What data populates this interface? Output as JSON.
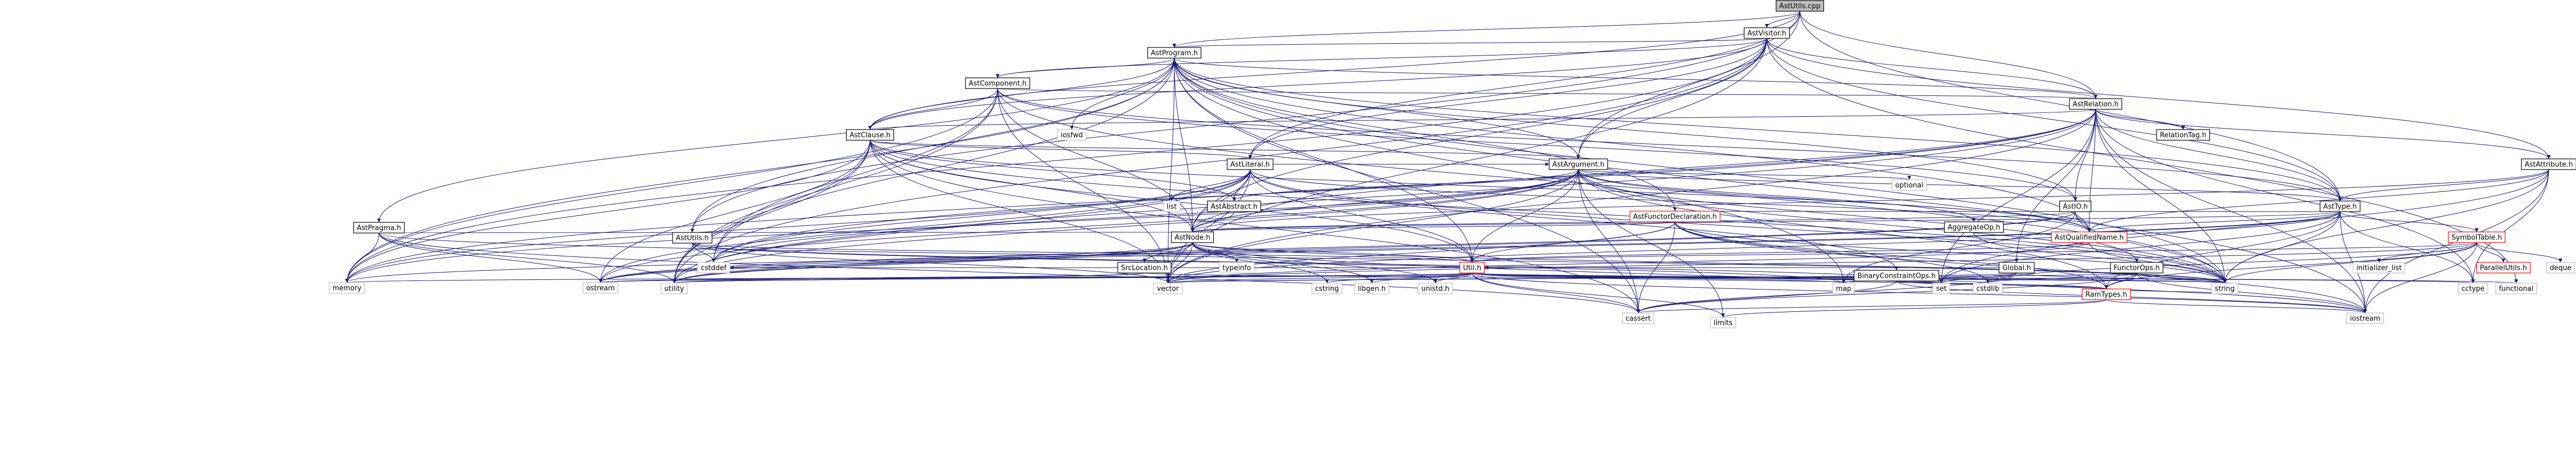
{
  "nodes": [
    {
      "id": "AstUtils_cpp",
      "label": "AstUtils.cpp",
      "kind": "root"
    },
    {
      "id": "AstVisitor_h",
      "label": "AstVisitor.h",
      "kind": "internal"
    },
    {
      "id": "AstProgram_h",
      "label": "AstProgram.h",
      "kind": "internal"
    },
    {
      "id": "AstComponent_h",
      "label": "AstComponent.h",
      "kind": "internal"
    },
    {
      "id": "AstRelation_h",
      "label": "AstRelation.h",
      "kind": "internal"
    },
    {
      "id": "AstClause_h",
      "label": "AstClause.h",
      "kind": "internal"
    },
    {
      "id": "AstLiteral_h",
      "label": "AstLiteral.h",
      "kind": "internal"
    },
    {
      "id": "AstArgument_h",
      "label": "AstArgument.h",
      "kind": "internal"
    },
    {
      "id": "AstAttribute_h",
      "label": "AstAttribute.h",
      "kind": "internal"
    },
    {
      "id": "AstPragma_h",
      "label": "AstPragma.h",
      "kind": "internal"
    },
    {
      "id": "AstUtils_h",
      "label": "AstUtils.h",
      "kind": "internal"
    },
    {
      "id": "AstAbstract_h",
      "label": "AstAbstract.h",
      "kind": "internal"
    },
    {
      "id": "AstNode_h",
      "label": "AstNode.h",
      "kind": "internal"
    },
    {
      "id": "AstFunctorDeclaration_h",
      "label": "AstFunctorDeclaration.h",
      "kind": "red"
    },
    {
      "id": "AstIO_h",
      "label": "AstIO.h",
      "kind": "internal"
    },
    {
      "id": "AstQualifiedName_h",
      "label": "AstQualifiedName.h",
      "kind": "red"
    },
    {
      "id": "AstType_h",
      "label": "AstType.h",
      "kind": "internal"
    },
    {
      "id": "SymbolTable_h",
      "label": "SymbolTable.h",
      "kind": "red"
    },
    {
      "id": "ParallelUtils_h",
      "label": "ParallelUtils.h",
      "kind": "red"
    },
    {
      "id": "RelationTag_h",
      "label": "RelationTag.h",
      "kind": "internal"
    },
    {
      "id": "AggregateOp_h",
      "label": "AggregateOp.h",
      "kind": "internal"
    },
    {
      "id": "BinaryConstraintOps_h",
      "label": "BinaryConstraintOps.h",
      "kind": "internal"
    },
    {
      "id": "Global_h",
      "label": "Global.h",
      "kind": "internal"
    },
    {
      "id": "FunctorOps_h",
      "label": "FunctorOps.h",
      "kind": "internal"
    },
    {
      "id": "SrcLocation_h",
      "label": "SrcLocation.h",
      "kind": "internal"
    },
    {
      "id": "Util_h",
      "label": "Util.h",
      "kind": "red"
    },
    {
      "id": "RamTypes_h",
      "label": "RamTypes.h",
      "kind": "red"
    },
    {
      "id": "iosfwd",
      "label": "iosfwd",
      "kind": "external"
    },
    {
      "id": "list",
      "label": "list",
      "kind": "external"
    },
    {
      "id": "optional",
      "label": "optional",
      "kind": "external"
    },
    {
      "id": "typeinfo",
      "label": "typeinfo",
      "kind": "external"
    },
    {
      "id": "cstddef",
      "label": "cstddef",
      "kind": "external"
    },
    {
      "id": "memory",
      "label": "memory",
      "kind": "external"
    },
    {
      "id": "ostream",
      "label": "ostream",
      "kind": "external"
    },
    {
      "id": "utility",
      "label": "utility",
      "kind": "external"
    },
    {
      "id": "vector",
      "label": "vector",
      "kind": "external"
    },
    {
      "id": "cstring",
      "label": "cstring",
      "kind": "external"
    },
    {
      "id": "libgen_h",
      "label": "libgen.h",
      "kind": "external"
    },
    {
      "id": "unistd_h",
      "label": "unistd.h",
      "kind": "external"
    },
    {
      "id": "map",
      "label": "map",
      "kind": "external"
    },
    {
      "id": "set",
      "label": "set",
      "kind": "external"
    },
    {
      "id": "cstdlib",
      "label": "cstdlib",
      "kind": "external"
    },
    {
      "id": "string",
      "label": "string",
      "kind": "external"
    },
    {
      "id": "cctype",
      "label": "cctype",
      "kind": "external"
    },
    {
      "id": "functional",
      "label": "functional",
      "kind": "external"
    },
    {
      "id": "cassert",
      "label": "cassert",
      "kind": "external"
    },
    {
      "id": "limits",
      "label": "limits",
      "kind": "external"
    },
    {
      "id": "iostream",
      "label": "iostream",
      "kind": "external"
    },
    {
      "id": "initializer_list",
      "label": "initializer_list",
      "kind": "external"
    },
    {
      "id": "deque",
      "label": "deque",
      "kind": "external"
    }
  ],
  "edges": [
    [
      "AstUtils_cpp",
      "AstVisitor_h"
    ],
    [
      "AstUtils_cpp",
      "AstProgram_h"
    ],
    [
      "AstUtils_cpp",
      "AstClause_h"
    ],
    [
      "AstUtils_cpp",
      "AstLiteral_h"
    ],
    [
      "AstUtils_cpp",
      "AstRelation_h"
    ],
    [
      "AstUtils_cpp",
      "AstType_h"
    ],
    [
      "AstUtils_cpp",
      "AstUtils_h"
    ],
    [
      "AstUtils_cpp",
      "AstArgument_h"
    ],
    [
      "AstVisitor_h",
      "AstProgram_h"
    ],
    [
      "AstVisitor_h",
      "AstComponent_h"
    ],
    [
      "AstVisitor_h",
      "AstRelation_h"
    ],
    [
      "AstVisitor_h",
      "AstClause_h"
    ],
    [
      "AstVisitor_h",
      "AstLiteral_h"
    ],
    [
      "AstVisitor_h",
      "AstArgument_h"
    ],
    [
      "AstVisitor_h",
      "AstAttribute_h"
    ],
    [
      "AstVisitor_h",
      "AstType_h"
    ],
    [
      "AstVisitor_h",
      "AstNode_h"
    ],
    [
      "AstVisitor_h",
      "memory"
    ],
    [
      "AstVisitor_h",
      "utility"
    ],
    [
      "AstVisitor_h",
      "vector"
    ],
    [
      "AstVisitor_h",
      "functional"
    ],
    [
      "AstProgram_h",
      "AstComponent_h"
    ],
    [
      "AstProgram_h",
      "AstRelation_h"
    ],
    [
      "AstProgram_h",
      "AstClause_h"
    ],
    [
      "AstProgram_h",
      "AstPragma_h"
    ],
    [
      "AstProgram_h",
      "AstUtils_h"
    ],
    [
      "AstProgram_h",
      "AstFunctorDeclaration_h"
    ],
    [
      "AstProgram_h",
      "AstIO_h"
    ],
    [
      "AstProgram_h",
      "AstQualifiedName_h"
    ],
    [
      "AstProgram_h",
      "AstType_h"
    ],
    [
      "AstProgram_h",
      "AstNode_h"
    ],
    [
      "AstProgram_h",
      "iosfwd"
    ],
    [
      "AstProgram_h",
      "memory"
    ],
    [
      "AstProgram_h",
      "map"
    ],
    [
      "AstProgram_h",
      "string"
    ],
    [
      "AstProgram_h",
      "vector"
    ],
    [
      "AstProgram_h",
      "utility"
    ],
    [
      "AstProgram_h",
      "cassert"
    ],
    [
      "AstProgram_h",
      "Util_h"
    ],
    [
      "AstProgram_h",
      "AstArgument_h"
    ],
    [
      "AstProgram_h",
      "iostream"
    ],
    [
      "AstComponent_h",
      "AstRelation_h"
    ],
    [
      "AstComponent_h",
      "AstClause_h"
    ],
    [
      "AstComponent_h",
      "AstIO_h"
    ],
    [
      "AstComponent_h",
      "AstType_h"
    ],
    [
      "AstComponent_h",
      "AstNode_h"
    ],
    [
      "AstComponent_h",
      "memory"
    ],
    [
      "AstComponent_h",
      "vector"
    ],
    [
      "AstComponent_h",
      "utility"
    ],
    [
      "AstComponent_h",
      "cstddef"
    ],
    [
      "AstComponent_h",
      "string"
    ],
    [
      "AstRelation_h",
      "AstClause_h"
    ],
    [
      "AstRelation_h",
      "AstAttribute_h"
    ],
    [
      "AstRelation_h",
      "AstIO_h"
    ],
    [
      "AstRelation_h",
      "AstQualifiedName_h"
    ],
    [
      "AstRelation_h",
      "AstType_h"
    ],
    [
      "AstRelation_h",
      "RelationTag_h"
    ],
    [
      "AstRelation_h",
      "AstNode_h"
    ],
    [
      "AstRelation_h",
      "Global_h"
    ],
    [
      "AstRelation_h",
      "set"
    ],
    [
      "AstRelation_h",
      "string"
    ],
    [
      "AstRelation_h",
      "vector"
    ],
    [
      "AstRelation_h",
      "memory"
    ],
    [
      "AstRelation_h",
      "cctype"
    ],
    [
      "AstRelation_h",
      "iostream"
    ],
    [
      "AstRelation_h",
      "utility"
    ],
    [
      "AstRelation_h",
      "cstddef"
    ],
    [
      "AstClause_h",
      "AstLiteral_h"
    ],
    [
      "AstClause_h",
      "AstArgument_h"
    ],
    [
      "AstClause_h",
      "AstAbstract_h"
    ],
    [
      "AstClause_h",
      "AstNode_h"
    ],
    [
      "AstClause_h",
      "AstQualifiedName_h"
    ],
    [
      "AstClause_h",
      "memory"
    ],
    [
      "AstClause_h",
      "ostream"
    ],
    [
      "AstClause_h",
      "vector"
    ],
    [
      "AstClause_h",
      "utility"
    ],
    [
      "AstClause_h",
      "cassert"
    ],
    [
      "AstClause_h",
      "cstddef"
    ],
    [
      "AstClause_h",
      "Util_h"
    ],
    [
      "AstClause_h",
      "string"
    ],
    [
      "AstLiteral_h",
      "AstArgument_h"
    ],
    [
      "AstLiteral_h",
      "AstAbstract_h"
    ],
    [
      "AstLiteral_h",
      "AstNode_h"
    ],
    [
      "AstLiteral_h",
      "AstQualifiedName_h"
    ],
    [
      "AstLiteral_h",
      "BinaryConstraintOps_h"
    ],
    [
      "AstLiteral_h",
      "list"
    ],
    [
      "AstLiteral_h",
      "memory"
    ],
    [
      "AstLiteral_h",
      "vector"
    ],
    [
      "AstLiteral_h",
      "utility"
    ],
    [
      "AstLiteral_h",
      "Util_h"
    ],
    [
      "AstLiteral_h",
      "ostream"
    ],
    [
      "AstLiteral_h",
      "cstddef"
    ],
    [
      "AstLiteral_h",
      "string"
    ],
    [
      "AstArgument_h",
      "AstAbstract_h"
    ],
    [
      "AstArgument_h",
      "AstNode_h"
    ],
    [
      "AstArgument_h",
      "AstType_h"
    ],
    [
      "AstArgument_h",
      "AggregateOp_h"
    ],
    [
      "AstArgument_h",
      "FunctorOps_h"
    ],
    [
      "AstArgument_h",
      "RamTypes_h"
    ],
    [
      "AstArgument_h",
      "optional"
    ],
    [
      "AstArgument_h",
      "memory"
    ],
    [
      "AstArgument_h",
      "vector"
    ],
    [
      "AstArgument_h",
      "string"
    ],
    [
      "AstArgument_h",
      "Util_h"
    ],
    [
      "AstArgument_h",
      "cstddef"
    ],
    [
      "AstArgument_h",
      "utility"
    ],
    [
      "AstArgument_h",
      "ostream"
    ],
    [
      "AstArgument_h",
      "cassert"
    ],
    [
      "AstArgument_h",
      "limits"
    ],
    [
      "AstArgument_h",
      "AstQualifiedName_h"
    ],
    [
      "AstAttribute_h",
      "AstNode_h"
    ],
    [
      "AstAttribute_h",
      "AstType_h"
    ],
    [
      "AstAttribute_h",
      "AstQualifiedName_h"
    ],
    [
      "AstAttribute_h",
      "string"
    ],
    [
      "AstAttribute_h",
      "iostream"
    ],
    [
      "AstAttribute_h",
      "cctype"
    ],
    [
      "AstAttribute_h",
      "set"
    ],
    [
      "AstPragma_h",
      "AstNode_h"
    ],
    [
      "AstPragma_h",
      "memory"
    ],
    [
      "AstPragma_h",
      "ostream"
    ],
    [
      "AstPragma_h",
      "string"
    ],
    [
      "AstPragma_h",
      "utility"
    ],
    [
      "AstPragma_h",
      "cassert"
    ],
    [
      "AstUtils_h",
      "Util_h"
    ],
    [
      "AstUtils_h",
      "cstddef"
    ],
    [
      "AstUtils_h",
      "map"
    ],
    [
      "AstUtils_h",
      "set"
    ],
    [
      "AstUtils_h",
      "vector"
    ],
    [
      "AstAbstract_h",
      "AstNode_h"
    ],
    [
      "AstNode_h",
      "SrcLocation_h"
    ],
    [
      "AstNode_h",
      "Util_h"
    ],
    [
      "AstNode_h",
      "typeinfo"
    ],
    [
      "AstNode_h",
      "memory"
    ],
    [
      "AstNode_h",
      "utility"
    ],
    [
      "AstNode_h",
      "vector"
    ],
    [
      "AstNode_h",
      "cstring"
    ],
    [
      "AstNode_h",
      "libgen_h"
    ],
    [
      "AstNode_h",
      "unistd_h"
    ],
    [
      "AstNode_h",
      "ostream"
    ],
    [
      "AstNode_h",
      "iostream"
    ],
    [
      "AstNode_h",
      "string"
    ],
    [
      "AstFunctorDeclaration_h",
      "AstNode_h"
    ],
    [
      "AstFunctorDeclaration_h",
      "AstType_h"
    ],
    [
      "AstFunctorDeclaration_h",
      "RamTypes_h"
    ],
    [
      "AstFunctorDeclaration_h",
      "Util_h"
    ],
    [
      "AstFunctorDeclaration_h",
      "vector"
    ],
    [
      "AstFunctorDeclaration_h",
      "cassert"
    ],
    [
      "AstFunctorDeclaration_h",
      "string"
    ],
    [
      "AstFunctorDeclaration_h",
      "cstdlib"
    ],
    [
      "AstFunctorDeclaration_h",
      "iostream"
    ],
    [
      "AstIO_h",
      "AstNode_h"
    ],
    [
      "AstIO_h",
      "AstQualifiedName_h"
    ],
    [
      "AstIO_h",
      "map"
    ],
    [
      "AstIO_h",
      "string"
    ],
    [
      "AstIO_h",
      "ostream"
    ],
    [
      "AstIO_h",
      "utility"
    ],
    [
      "AstQualifiedName_h",
      "Util_h"
    ],
    [
      "AstQualifiedName_h",
      "string"
    ],
    [
      "AstQualifiedName_h",
      "vector"
    ],
    [
      "AstType_h",
      "AstNode_h"
    ],
    [
      "AstType_h",
      "AstQualifiedName_h"
    ],
    [
      "AstType_h",
      "SymbolTable_h"
    ],
    [
      "AstType_h",
      "RamTypes_h"
    ],
    [
      "AstType_h",
      "set"
    ],
    [
      "AstType_h",
      "string"
    ],
    [
      "AstType_h",
      "vector"
    ],
    [
      "AstType_h",
      "utility"
    ],
    [
      "AstType_h",
      "iostream"
    ],
    [
      "AstType_h",
      "cctype"
    ],
    [
      "AstType_h",
      "ostream"
    ],
    [
      "SymbolTable_h",
      "ParallelUtils_h"
    ],
    [
      "SymbolTable_h",
      "RamTypes_h"
    ],
    [
      "SymbolTable_h",
      "Util_h"
    ],
    [
      "SymbolTable_h",
      "deque"
    ],
    [
      "SymbolTable_h",
      "initializer_list"
    ],
    [
      "SymbolTable_h",
      "iostream"
    ],
    [
      "SymbolTable_h",
      "string"
    ],
    [
      "SymbolTable_h",
      "vector"
    ],
    [
      "SymbolTable_h",
      "cstdlib"
    ],
    [
      "AggregateOp_h",
      "string"
    ],
    [
      "BinaryConstraintOps_h",
      "RamTypes_h"
    ],
    [
      "BinaryConstraintOps_h",
      "cassert"
    ],
    [
      "BinaryConstraintOps_h",
      "iostream"
    ],
    [
      "Global_h",
      "Util_h"
    ],
    [
      "Global_h",
      "map"
    ],
    [
      "Global_h",
      "set"
    ],
    [
      "Global_h",
      "string"
    ],
    [
      "Global_h",
      "vector"
    ],
    [
      "Global_h",
      "cassert"
    ],
    [
      "FunctorOps_h",
      "RamTypes_h"
    ],
    [
      "FunctorOps_h",
      "cassert"
    ],
    [
      "FunctorOps_h",
      "string"
    ],
    [
      "FunctorOps_h",
      "cstdlib"
    ],
    [
      "FunctorOps_h",
      "vector"
    ],
    [
      "FunctorOps_h",
      "iostream"
    ],
    [
      "SrcLocation_h",
      "string"
    ],
    [
      "SrcLocation_h",
      "ostream"
    ],
    [
      "SrcLocation_h",
      "utility"
    ],
    [
      "Util_h",
      "RamTypes_h"
    ],
    [
      "Util_h",
      "map"
    ],
    [
      "Util_h",
      "set"
    ],
    [
      "Util_h",
      "string"
    ],
    [
      "Util_h",
      "vector"
    ],
    [
      "Util_h",
      "memory"
    ],
    [
      "Util_h",
      "utility"
    ],
    [
      "Util_h",
      "ostream"
    ],
    [
      "Util_h",
      "cassert"
    ],
    [
      "Util_h",
      "cctype"
    ],
    [
      "Util_h",
      "cstring"
    ],
    [
      "Util_h",
      "cstdlib"
    ],
    [
      "Util_h",
      "libgen_h"
    ],
    [
      "Util_h",
      "unistd_h"
    ],
    [
      "Util_h",
      "iostream"
    ],
    [
      "Util_h",
      "functional"
    ],
    [
      "Util_h",
      "limits"
    ],
    [
      "Util_h",
      "cstddef"
    ],
    [
      "RamTypes_h",
      "cassert"
    ],
    [
      "RamTypes_h",
      "limits"
    ],
    [
      "RamTypes_h",
      "iostream"
    ],
    [
      "RamTypes_h",
      "string"
    ]
  ]
}
